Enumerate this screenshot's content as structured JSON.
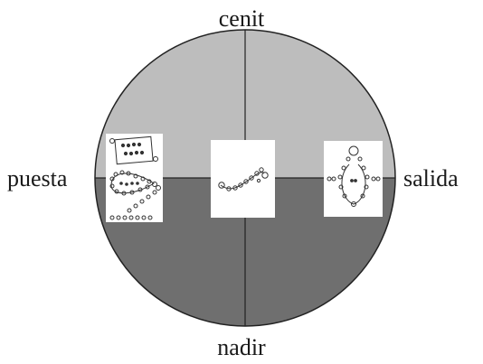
{
  "labels": {
    "top": "cenit",
    "bottom": "nadir",
    "left": "puesta",
    "right": "salida"
  },
  "colors": {
    "upper_half": "#bdbdbd",
    "lower_half": "#6f6f6f",
    "outline": "#222222",
    "card": "#ffffff"
  },
  "icons": [
    "rows-of-beads-icon",
    "curved-bead-chain-icon",
    "loop-figure-icon"
  ]
}
